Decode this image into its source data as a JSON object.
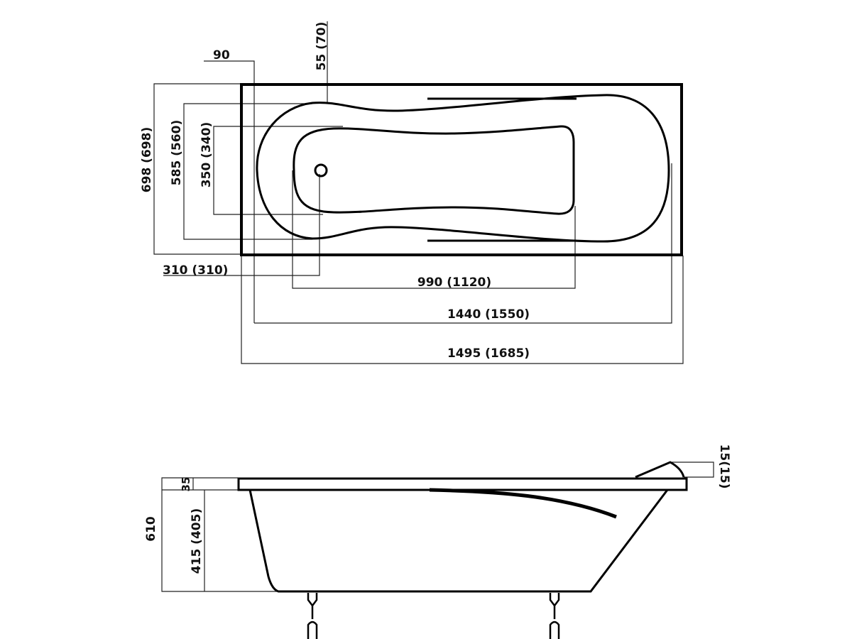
{
  "top_view": {
    "dims": {
      "ledge": "90",
      "rim_offset": "55 (70)",
      "outer_width": "698 (698)",
      "inner_width": "585 (560)",
      "bottom_width": "350 (340)",
      "drain_offset": "310 (310)",
      "bottom_length": "990 (1120)",
      "inner_length": "1440 (1550)",
      "outer_length": "1495 (1685)"
    }
  },
  "side_view": {
    "dims": {
      "rim_thickness": "35",
      "total_height": "610",
      "depth": "415 (405)",
      "headrest": "15(15)"
    }
  }
}
